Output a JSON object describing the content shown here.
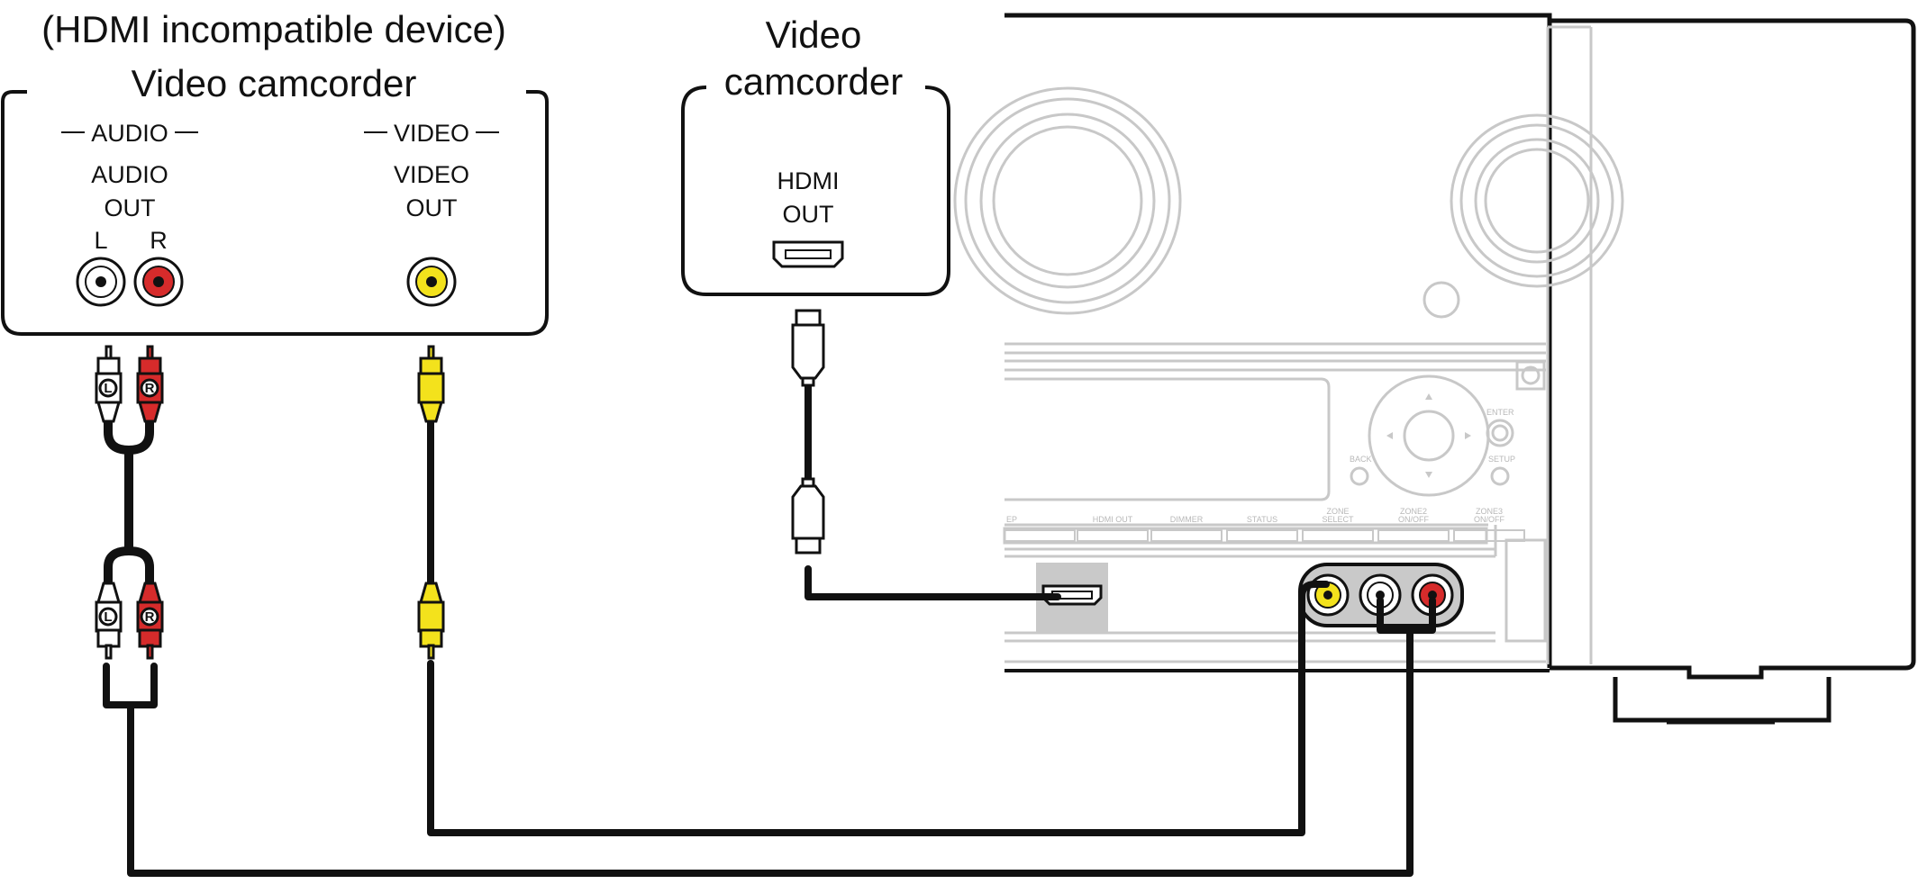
{
  "analog_device": {
    "subtitle": "(HDMI incompatible device)",
    "title": "Video camcorder",
    "audio_section": "AUDIO",
    "audio_out_line1": "AUDIO",
    "audio_out_line2": "OUT",
    "left_label": "L",
    "right_label": "R",
    "video_section": "VIDEO",
    "video_out_line1": "VIDEO",
    "video_out_line2": "OUT"
  },
  "hdmi_device": {
    "title_line1": "Video",
    "title_line2": "camcorder",
    "hdmi_out_line1": "HDMI",
    "hdmi_out_line2": "OUT"
  },
  "cable_labels": {
    "left": "L",
    "right": "R"
  },
  "receiver_buttons": [
    "EP",
    "HDMI OUT",
    "DIMMER",
    "STATUS",
    "ZONE SELECT",
    "ZONE2 ON/OFF",
    "ZONE3 ON/OFF"
  ],
  "receiver_labels": {
    "enter": "ENTER",
    "back": "BACK",
    "setup": "SETUP"
  },
  "colors": {
    "audio_left": "#ffffff",
    "audio_right": "#d62b2b",
    "video": "#f3e21c",
    "line": "#111111",
    "receiver_outline": "#c8c8c8",
    "hdmi_port_highlight": "#c9c9c9"
  }
}
